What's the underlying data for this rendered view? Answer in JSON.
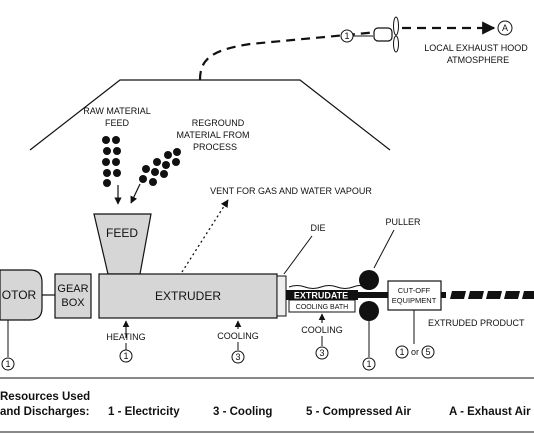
{
  "labels": {
    "raw_material_feed": [
      "RAW MATERIAL",
      "FEED"
    ],
    "reground_material": [
      "REGROUND",
      "MATERIAL FROM",
      "PROCESS"
    ],
    "vent": "VENT FOR GAS AND WATER VAPOUR",
    "local_exhaust": [
      "LOCAL EXHAUST HOOD",
      "ATMOSPHERE"
    ],
    "feed": "FEED",
    "motor": "OTOR",
    "gear_box": [
      "GEAR",
      "BOX"
    ],
    "extruder": "EXTRUDER",
    "die": "DIE",
    "puller": "PULLER",
    "extrudate": "EXTRUDATE",
    "cooling_bath": "COOLING BATH",
    "cut_off_equipment": [
      "CUT-OFF",
      "EQUIPMENT"
    ],
    "extruded_product": "EXTRUDED PRODUCT",
    "heating": "HEATING",
    "cooling": "COOLING",
    "or": "or"
  },
  "badges": {
    "motor": "1",
    "heating": "1",
    "cooling": "3",
    "bath_cooling": "3",
    "puller": "1",
    "cutoff_a": "1",
    "cutoff_b": "5",
    "exhaust": "1",
    "exhaust_dest": "A"
  },
  "legend": {
    "title": [
      "Resources Used",
      "and Discharges:"
    ],
    "items": [
      "1 - Electricity",
      "3 - Cooling",
      "5 - Compressed Air",
      "A - Exhaust Air"
    ]
  }
}
